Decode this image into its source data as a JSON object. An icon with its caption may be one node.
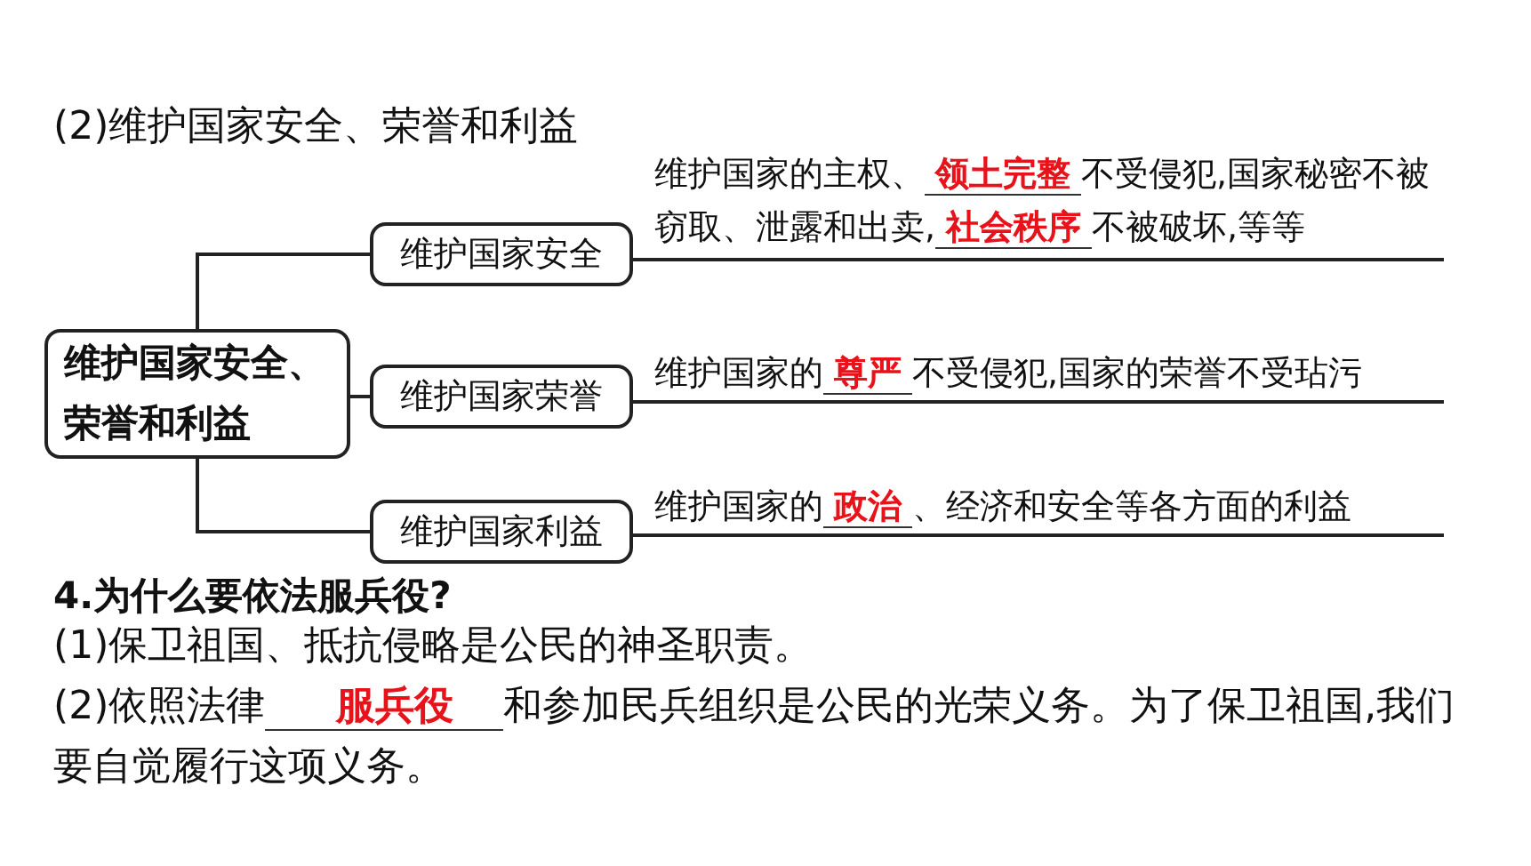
{
  "diagram": {
    "title": "(2)维护国家安全、荣誉和利益",
    "nodes": [
      {
        "text": [
          "维护国家安全、荣誉和利益"
        ]
      },
      {
        "text": [
          "维护国家安全"
        ]
      },
      {
        "text": [
          "维护国家的主权、**领土完整**不受侵犯,国家秘密不被窃取、泄露和出卖,**社会秩序**不被破坏,等等"
        ]
      },
      {
        "text": [
          "维护国家荣誉"
        ]
      },
      {
        "text": [
          "维护国家的**尊严**不受侵犯,国家的荣誉不受玷污"
        ]
      },
      {
        "text": [
          "维护国家利益"
        ]
      },
      {
        "text": [
          "维护国家的**政治**、经济和安全等各方面的利益"
        ]
      }
    ],
    "edges": [
      {
        "from": 0,
        "to": 1,
        "arrow": "none"
      },
      {
        "from": 0,
        "to": 3,
        "arrow": "none"
      },
      {
        "from": 0,
        "to": 5,
        "arrow": "none"
      },
      {
        "from": 1,
        "to": 2,
        "arrow": "none"
      },
      {
        "from": 3,
        "to": 4,
        "arrow": "none"
      },
      {
        "from": 5,
        "to": 6,
        "arrow": "none"
      }
    ],
    "labels": [
      "4.为什么要依法服兵役?",
      "(1)保卫祖国、抵抗侵略是公民的神圣职责。",
      "(2)依照法律**服兵役**和参加民兵组织是公民的光荣义务。为了保卫祖国,我们要自觉履行这项义务。"
    ]
  }
}
